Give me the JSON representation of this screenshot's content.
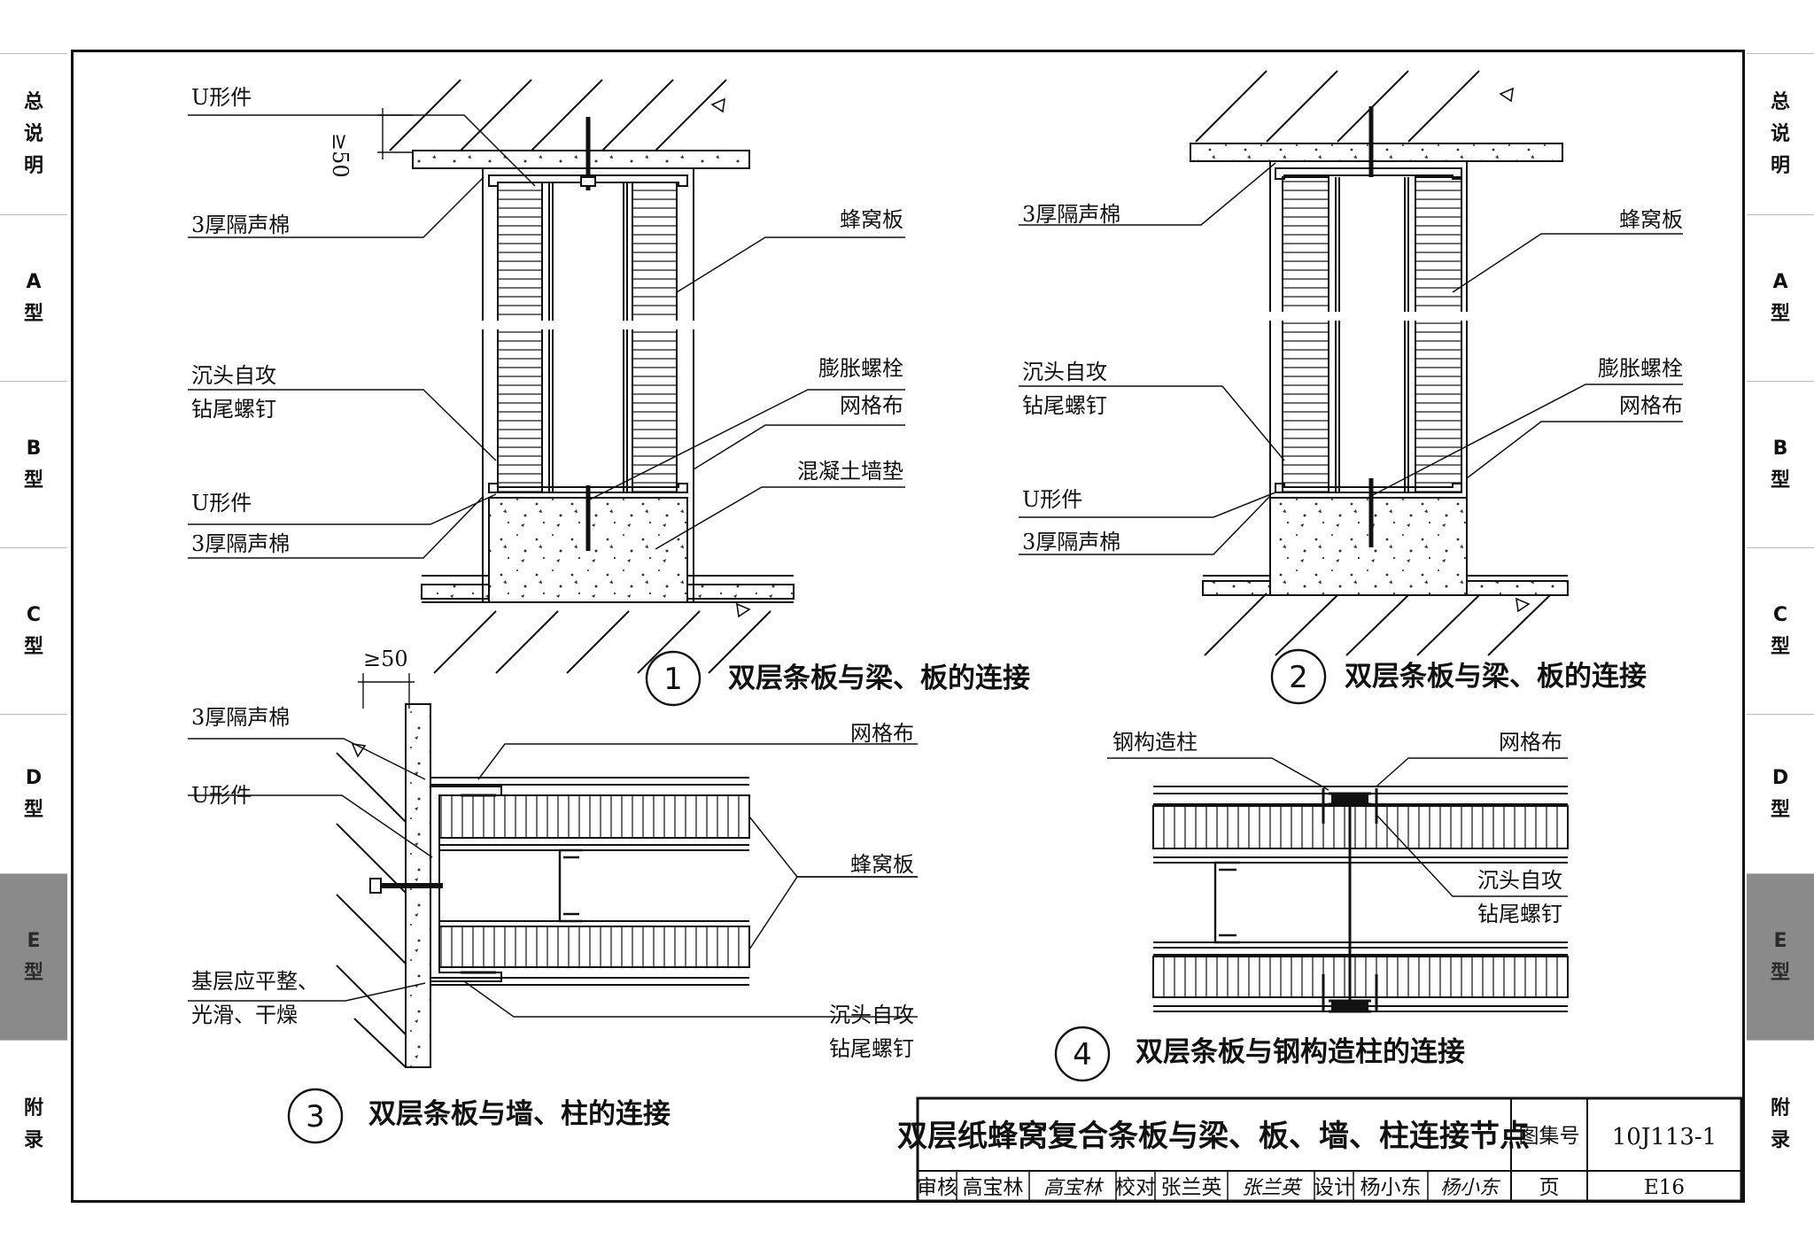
{
  "side_tabs": {
    "left": [
      {
        "label": "总说明",
        "active": false
      },
      {
        "label": "A型",
        "active": false
      },
      {
        "label": "B型",
        "active": false
      },
      {
        "label": "C型",
        "active": false
      },
      {
        "label": "D型",
        "active": false
      },
      {
        "label": "E型",
        "active": true
      },
      {
        "label": "附录",
        "active": false
      }
    ],
    "right": [
      {
        "label": "总说明",
        "active": false
      },
      {
        "label": "A型",
        "active": false
      },
      {
        "label": "B型",
        "active": false
      },
      {
        "label": "C型",
        "active": false
      },
      {
        "label": "D型",
        "active": false
      },
      {
        "label": "E型",
        "active": true
      },
      {
        "label": "附录",
        "active": false
      }
    ]
  },
  "detail1": {
    "number": "1",
    "caption": "双层条板与梁、板的连接",
    "dimension": "≥50",
    "labels": {
      "u_top": "U形件",
      "cotton_top": "3厚隔声棉",
      "screw_1": "沉头自攻",
      "screw_2": "钻尾螺钉",
      "u_bottom": "U形件",
      "cotton_bottom": "3厚隔声棉",
      "honeycomb": "蜂窝板",
      "bolt": "膨胀螺栓",
      "mesh": "网格布",
      "pad": "混凝土墙垫"
    }
  },
  "detail2": {
    "number": "2",
    "caption": "双层条板与梁、板的连接",
    "labels": {
      "cotton_top": "3厚隔声棉",
      "screw_1": "沉头自攻",
      "screw_2": "钻尾螺钉",
      "u_bottom": "U形件",
      "cotton_bottom": "3厚隔声棉",
      "honeycomb": "蜂窝板",
      "bolt": "膨胀螺栓",
      "mesh": "网格布"
    }
  },
  "detail3": {
    "number": "3",
    "caption": "双层条板与墙、柱的连接",
    "dimension": "≥50",
    "labels": {
      "cotton": "3厚隔声棉",
      "u_part": "U形件",
      "base_1": "基层应平整、",
      "base_2": "光滑、干燥",
      "mesh": "网格布",
      "honeycomb": "蜂窝板",
      "screw_1": "沉头自攻",
      "screw_2": "钻尾螺钉"
    }
  },
  "detail4": {
    "number": "4",
    "caption": "双层条板与钢构造柱的连接",
    "labels": {
      "column": "钢构造柱",
      "mesh": "网格布",
      "screw_1": "沉头自攻",
      "screw_2": "钻尾螺钉"
    }
  },
  "title_block": {
    "title": "双层纸蜂窝复合条板与梁、板、墙、柱连接节点",
    "atlas_label": "图集号",
    "atlas_no": "10J113-1",
    "review_label": "审核",
    "reviewer": "高宝林",
    "reviewer_sig": "高宝林",
    "check_label": "校对",
    "checker": "张兰英",
    "checker_sig": "张兰英",
    "design_label": "设计",
    "designer": "杨小东",
    "designer_sig": "杨小东",
    "page_label": "页",
    "page_no": "E16"
  }
}
